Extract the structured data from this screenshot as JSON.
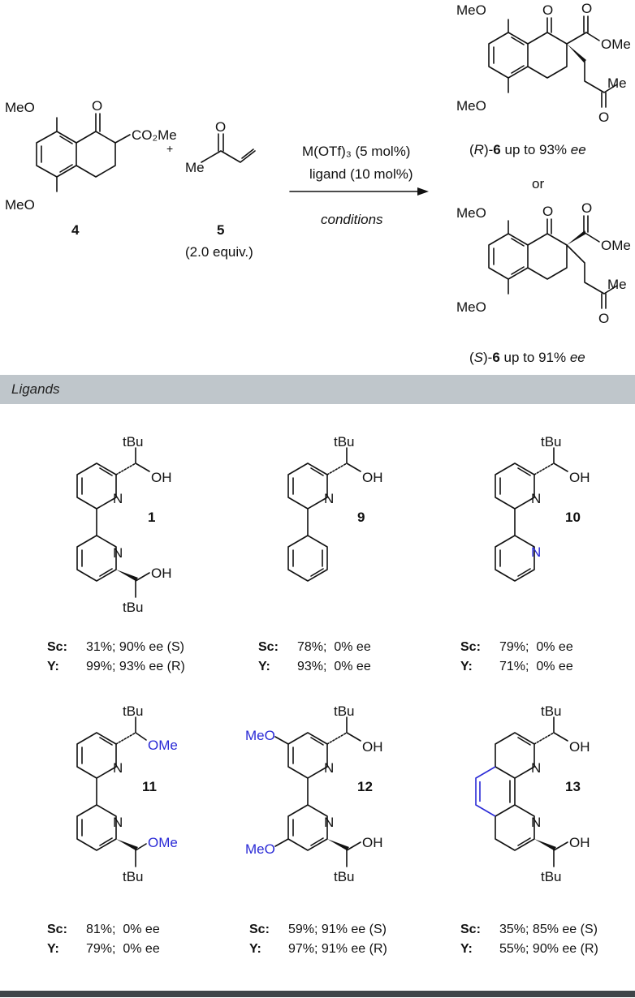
{
  "scheme": {
    "reactant_4": {
      "number": "4",
      "substituents": [
        "MeO",
        "MeO",
        "O",
        "CO₂Me"
      ]
    },
    "plus": "+",
    "reactant_5": {
      "number": "5",
      "equiv": "(2.0 equiv.)",
      "groups": [
        "O",
        "Me"
      ]
    },
    "conditions": {
      "line1": "M(OTf)₃ (5 mol%)",
      "line2": "ligand (10 mol%)",
      "line3": "conditions"
    },
    "product_R": {
      "config": "R",
      "number": "6",
      "ee_text": "up to 93%",
      "ee_unit": "ee"
    },
    "or": "or",
    "product_S": {
      "config": "S",
      "number": "6",
      "ee_text": "up to 91%",
      "ee_unit": "ee"
    }
  },
  "banner": {
    "title": "Ligands"
  },
  "ligands": [
    {
      "number": "1",
      "groups": [
        "tBu",
        "OH",
        "OH",
        "tBu"
      ],
      "sc": {
        "metal": "Sc:",
        "text": "31%; 90% ee (S)"
      },
      "y": {
        "metal": "Y:",
        "text": "99%; 93% ee (R)"
      }
    },
    {
      "number": "9",
      "groups": [
        "tBu",
        "OH"
      ],
      "sc": {
        "metal": "Sc:",
        "text": "78%;  0% ee"
      },
      "y": {
        "metal": "Y:",
        "text": "93%;  0% ee"
      }
    },
    {
      "number": "10",
      "groups": [
        "tBu",
        "OH",
        "N"
      ],
      "sc": {
        "metal": "Sc:",
        "text": "79%;  0% ee"
      },
      "y": {
        "metal": "Y:",
        "text": "71%;  0% ee"
      }
    },
    {
      "number": "11",
      "groups": [
        "tBu",
        "OMe",
        "OMe",
        "tBu"
      ],
      "sc": {
        "metal": "Sc:",
        "text": "81%;  0% ee"
      },
      "y": {
        "metal": "Y:",
        "text": "79%;  0% ee"
      }
    },
    {
      "number": "12",
      "groups": [
        "tBu",
        "OH",
        "MeO",
        "MeO",
        "OH",
        "tBu"
      ],
      "sc": {
        "metal": "Sc:",
        "text": "59%; 91% ee (S)"
      },
      "y": {
        "metal": "Y:",
        "text": "97%; 91% ee (R)"
      }
    },
    {
      "number": "13",
      "groups": [
        "tBu",
        "OH",
        "OH",
        "tBu"
      ],
      "sc": {
        "metal": "Sc:",
        "text": "35%; 85% ee (S)"
      },
      "y": {
        "metal": "Y:",
        "text": "55%; 90% ee (R)"
      }
    }
  ],
  "atom_label": "N",
  "colors": {
    "highlight": "#2a2ad6",
    "banner": "#bfc6cb",
    "rule": "#3f4549"
  }
}
